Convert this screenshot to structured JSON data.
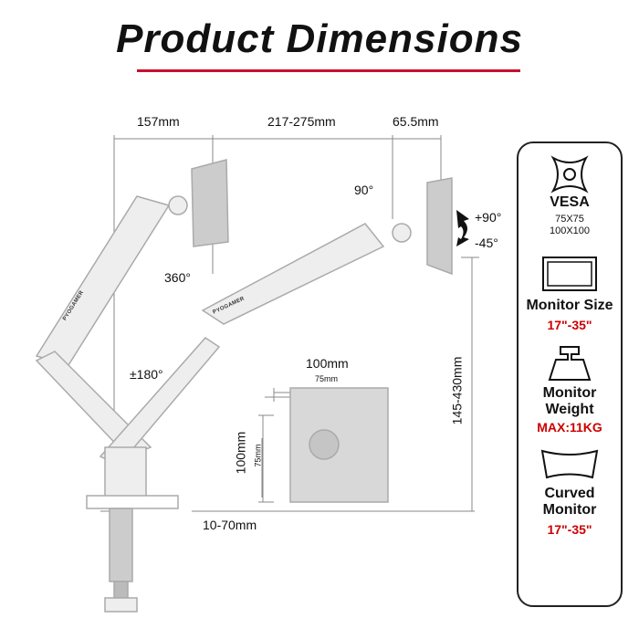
{
  "title": "Product Dimensions",
  "dimensions": {
    "top_left": "157mm",
    "top_mid": "217-275mm",
    "top_right": "65.5mm",
    "swivel_360": "360°",
    "swivel_180": "±180°",
    "rotate_90": "90°",
    "tilt_up": "+90°",
    "tilt_down": "-45°",
    "height_range": "145-430mm",
    "clamp": "10-70mm",
    "vesa_outer_w": "100mm",
    "vesa_inner_w": "75mm",
    "vesa_outer_h": "100mm",
    "vesa_inner_h": "75mm"
  },
  "brand": "PYOGAMER",
  "specs": [
    {
      "icon": "vesa-icon",
      "heading": "VESA",
      "values": [
        "75X75",
        "100X100"
      ]
    },
    {
      "icon": "monitor-icon",
      "heading": "Monitor Size",
      "value": "17\"-35\""
    },
    {
      "icon": "weight-icon",
      "heading": "Monitor Weight",
      "value": "MAX:11KG"
    },
    {
      "icon": "curved-monitor-icon",
      "heading": "Curved Monitor",
      "value": "17\"-35\""
    }
  ],
  "colors": {
    "accent": "#c8102e",
    "spec_value": "#cc0000"
  }
}
